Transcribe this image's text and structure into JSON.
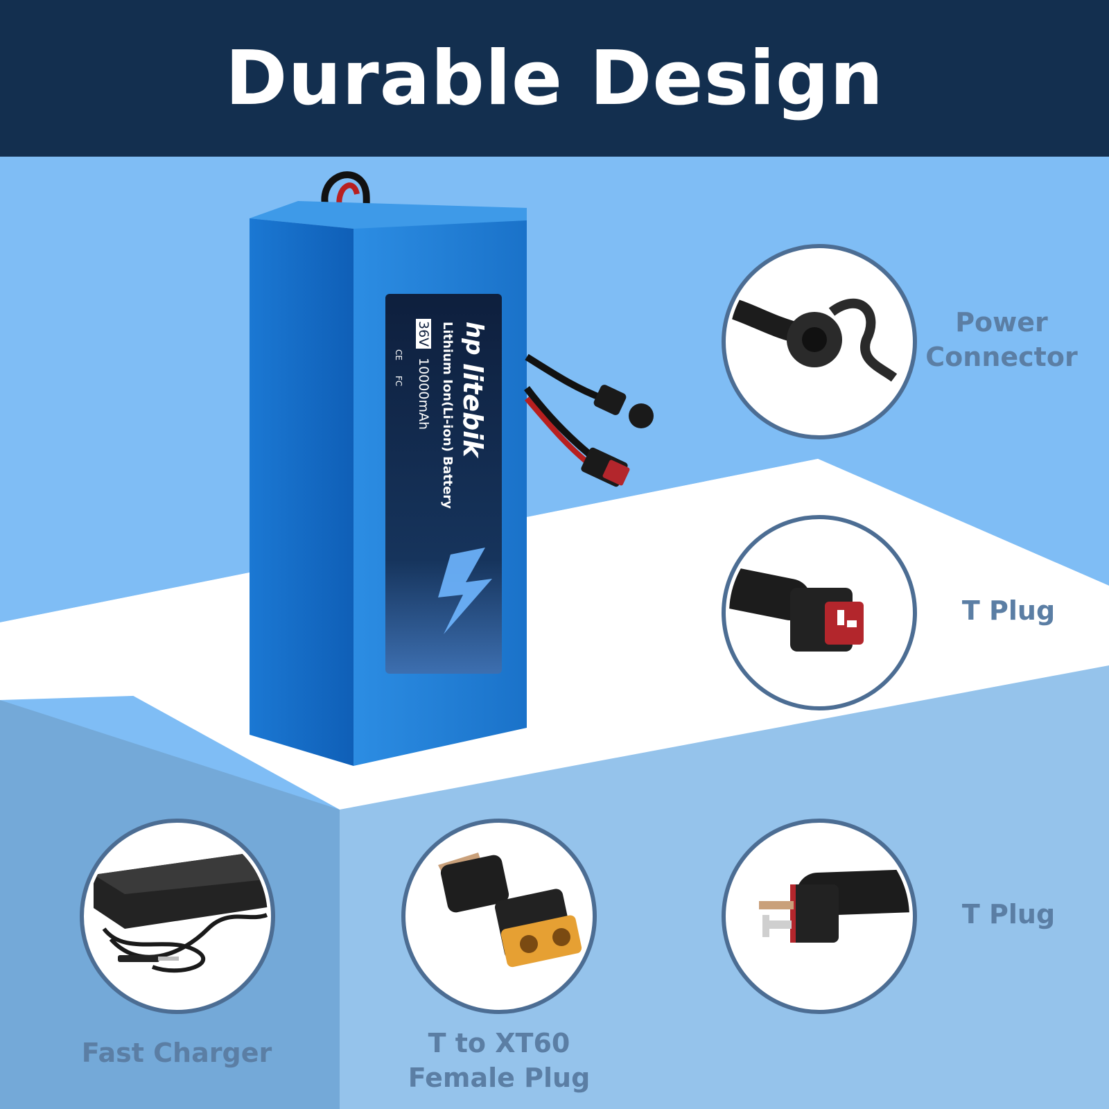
{
  "header": {
    "title": "Durable Design"
  },
  "battery": {
    "brand": "litebik",
    "logo_mark": "hp",
    "type": "Lithium Ion(Li-ion) Battery",
    "voltage": "36V",
    "capacity": "10000mAh",
    "cert_marks": [
      "CE",
      "FC"
    ]
  },
  "features": [
    {
      "label_lines": [
        "Power",
        "Connector"
      ],
      "icon": "power-connector-icon"
    },
    {
      "label_lines": [
        "T Plug"
      ],
      "icon": "t-plug-female-icon"
    },
    {
      "label_lines": [
        "T Plug"
      ],
      "icon": "t-plug-male-icon"
    },
    {
      "label_lines": [
        "T to XT60",
        "Female Plug"
      ],
      "icon": "xt60-adapter-icon"
    },
    {
      "label_lines": [
        "Fast Charger"
      ],
      "icon": "charger-icon"
    }
  ],
  "colors": {
    "header_bg": "#132f4f",
    "sky_blue": "#7fbdf5",
    "lower_blue": "#95c3eb",
    "battery_blue": "#1f7fd6",
    "label_text": "#5b7ea4",
    "circle_ring": "#4c6d93"
  }
}
